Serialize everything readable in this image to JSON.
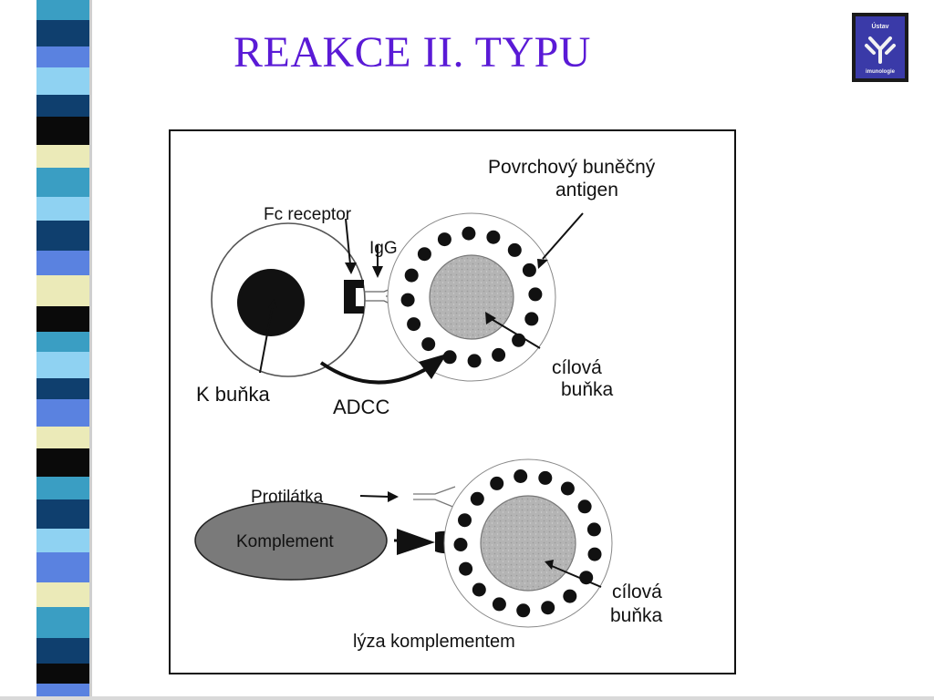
{
  "slide": {
    "title": "REAKCE II. TYPU"
  },
  "logo": {
    "text_top": "Ústav",
    "text_bottom": "imunologie",
    "colors": {
      "frame": "#1a1a1a",
      "field": "#3a3aa8",
      "emblem": "#f2f2f2"
    }
  },
  "decor": {
    "stripe_colors": [
      "#3a9ec3",
      "#0f3f6e",
      "#ebeab8",
      "#0a0a0a",
      "#5a82e0",
      "#8fd2f2"
    ]
  },
  "diagram": {
    "adcc_panel": {
      "fc_receptor_label": "Fc receptor",
      "igg_label": "IgG",
      "antigen_label_line1": "Povrchový buněčný",
      "antigen_label_line2": "antigen",
      "k_cell_label": "K buňka",
      "adcc_label": "ADCC",
      "target_label_line1": "cílová",
      "target_label_line2": "buňka"
    },
    "complement_panel": {
      "antibody_label": "Protilátka",
      "complement_label": "Komplement",
      "target_label_line1": "cílová",
      "target_label_line2": "buňka",
      "caption": "lýza komplementem"
    },
    "colors": {
      "ink": "#111111",
      "target_fill": "#b4b4b4",
      "ellipse_fill": "#7a7a7a",
      "k_nucleus": "#111111"
    }
  }
}
